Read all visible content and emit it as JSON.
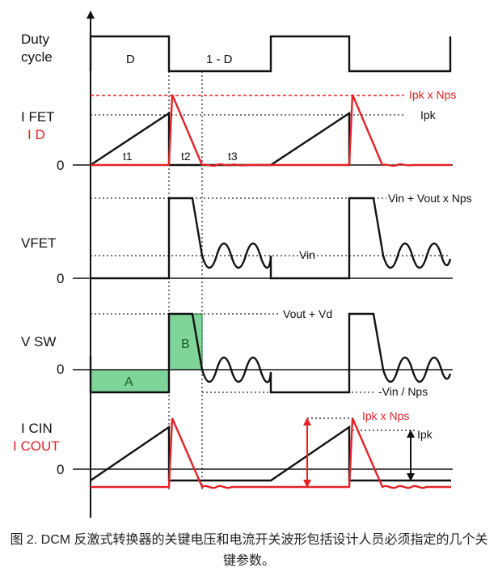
{
  "colors": {
    "primary_trace": "#111111",
    "secondary_trace": "#e32227",
    "area_fill": "#7fd49a",
    "area_stroke": "#1a7a3a",
    "guide_line": "#222222"
  },
  "labels": {
    "duty_cycle_line1": "Duty",
    "duty_cycle_line2": "cycle",
    "duty_d": "D",
    "duty_1d": "1 - D",
    "ifet": "I FET",
    "id": "I D",
    "ifet_zero": "0",
    "t1": "t1",
    "t2": "t2",
    "t3": "t3",
    "ipk_nps_top": "Ipk x Nps",
    "ipk_top": "Ipk",
    "vfet": "VFET",
    "vfet_zero": "0",
    "vin_vout_nps": "Vin + Vout x Nps",
    "vin": "Vin",
    "vsw": "V SW",
    "vsw_zero": "0",
    "vout_vd": "Vout + Vd",
    "area_a": "A",
    "area_b": "B",
    "neg_vin_nps": "-Vin / Nps",
    "icin": "I CIN",
    "icout": "I COUT",
    "icin_zero": "0",
    "ipk_nps_bottom": "Ipk x Nps",
    "ipk_bottom": "Ipk"
  },
  "caption": "图 2. DCM 反激式转换器的关键电压和电流开关波形包括设计人员必须指定的几个关键参数。"
}
